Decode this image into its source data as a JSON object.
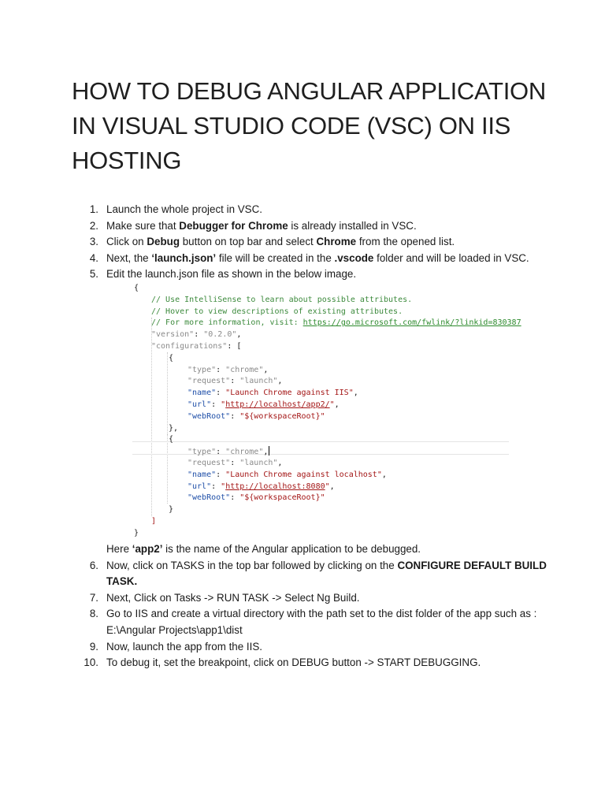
{
  "title": {
    "line1": "HOW TO DEBUG ANGULAR APPLICATION",
    "line2": "IN VISUAL STUDIO CODE (VSC) ON IIS",
    "line3": "HOSTING"
  },
  "steps": [
    {
      "num": "1.",
      "text": "Launch the whole project in VSC."
    },
    {
      "num": "2.",
      "pre": "Make sure that ",
      "bold": "Debugger for Chrome",
      "post": " is already installed in VSC."
    },
    {
      "num": "3.",
      "pre": "Click on ",
      "bold": "Debug",
      "mid": " button on top bar and select ",
      "bold2": "Chrome",
      "post": " from the opened list."
    },
    {
      "num": "4.",
      "pre": "Next, the ",
      "bold": "‘launch.json’",
      "mid": " file will be created in the ",
      "bold2": ".vscode",
      "post": " folder and will be loaded in VSC."
    },
    {
      "num": "5.",
      "text": "Edit the launch.json file as shown in the below image."
    },
    {
      "num": "6.",
      "pre": "Now, click on TASKS in the top bar followed by clicking on the ",
      "bold": "CONFIGURE DEFAULT BUILD TASK."
    },
    {
      "num": "7.",
      "text": "Next, Click on Tasks -> RUN TASK -> Select Ng Build."
    },
    {
      "num": "8.",
      "text": "Go to IIS and create a virtual directory with the path set to the dist folder of the app such as : E:\\Angular Projects\\app1\\dist"
    },
    {
      "num": "9.",
      "text": "Now, launch the app from the IIS."
    },
    {
      "num": "10.",
      "text": "To debug it, set the breakpoint, click on DEBUG button -> START DEBUGGING."
    }
  ],
  "note": {
    "pre": "Here ",
    "bold": "‘app2’",
    "post": " is the name of the Angular application to be debugged."
  },
  "code": {
    "open_brace": "{",
    "comment1": "// Use IntelliSense to learn about possible attributes.",
    "comment2": "// Hover to view descriptions of existing attributes.",
    "comment3": "// For more information, visit: ",
    "comment3_link": "https://go.microsoft.com/fwlink/?linkid=830387",
    "version_key": "\"version\"",
    "version_val": "\"0.2.0\"",
    "configs_key": "\"configurations\"",
    "arr_open": "[",
    "obj_open": "{",
    "type_key": "\"type\"",
    "type_val": "\"chrome\"",
    "request_key": "\"request\"",
    "request_val": "\"launch\"",
    "name_key": "\"name\"",
    "name1_val": "\"Launch Chrome against IIS\"",
    "url_key": "\"url\"",
    "url1_val": "http://localhost/app2/",
    "webroot_key": "\"webRoot\"",
    "webroot_val": "\"${workspaceRoot}\"",
    "obj_close_comma": "},",
    "name2_val": "\"Launch Chrome against localhost\"",
    "url2_val": "http://localhost:8080",
    "obj_close": "}",
    "arr_close": "]",
    "close_brace": "}"
  }
}
